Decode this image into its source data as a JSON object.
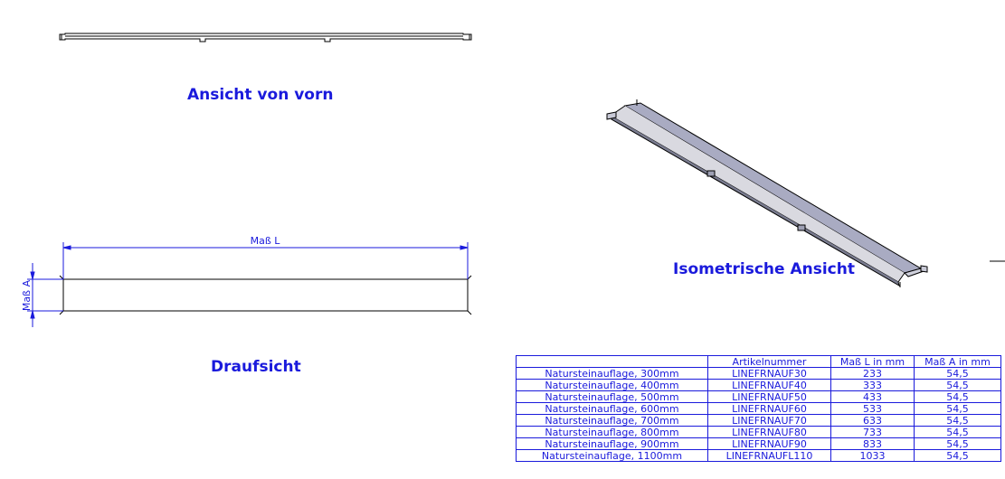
{
  "views": {
    "front_title": "Ansicht von vorn",
    "top_title": "Draufsicht",
    "iso_title": "Isometrische Ansicht"
  },
  "dimensions": {
    "length_label": "Maß L",
    "width_label": "Maß A"
  },
  "table": {
    "headers": [
      "",
      "Artikelnummer",
      "Maß L in mm",
      "Maß A in mm"
    ],
    "rows": [
      [
        "Natursteinauflage, 300mm",
        "LINEFRNAUF30",
        "233",
        "54,5"
      ],
      [
        "Natursteinauflage, 400mm",
        "LINEFRNAUF40",
        "333",
        "54,5"
      ],
      [
        "Natursteinauflage, 500mm",
        "LINEFRNAUF50",
        "433",
        "54,5"
      ],
      [
        "Natursteinauflage, 600mm",
        "LINEFRNAUF60",
        "533",
        "54,5"
      ],
      [
        "Natursteinauflage, 700mm",
        "LINEFRNAUF70",
        "633",
        "54,5"
      ],
      [
        "Natursteinauflage, 800mm",
        "LINEFRNAUF80",
        "733",
        "54,5"
      ],
      [
        "Natursteinauflage, 900mm",
        "LINEFRNAUF90",
        "833",
        "54,5"
      ],
      [
        "Natursteinauflage, 1100mm",
        "LINEFRNAUFL110",
        "1033",
        "54,5"
      ]
    ]
  },
  "colors": {
    "annotation": "#1a1adc",
    "iso_surface": "#a9abc2",
    "line": "#000000"
  }
}
